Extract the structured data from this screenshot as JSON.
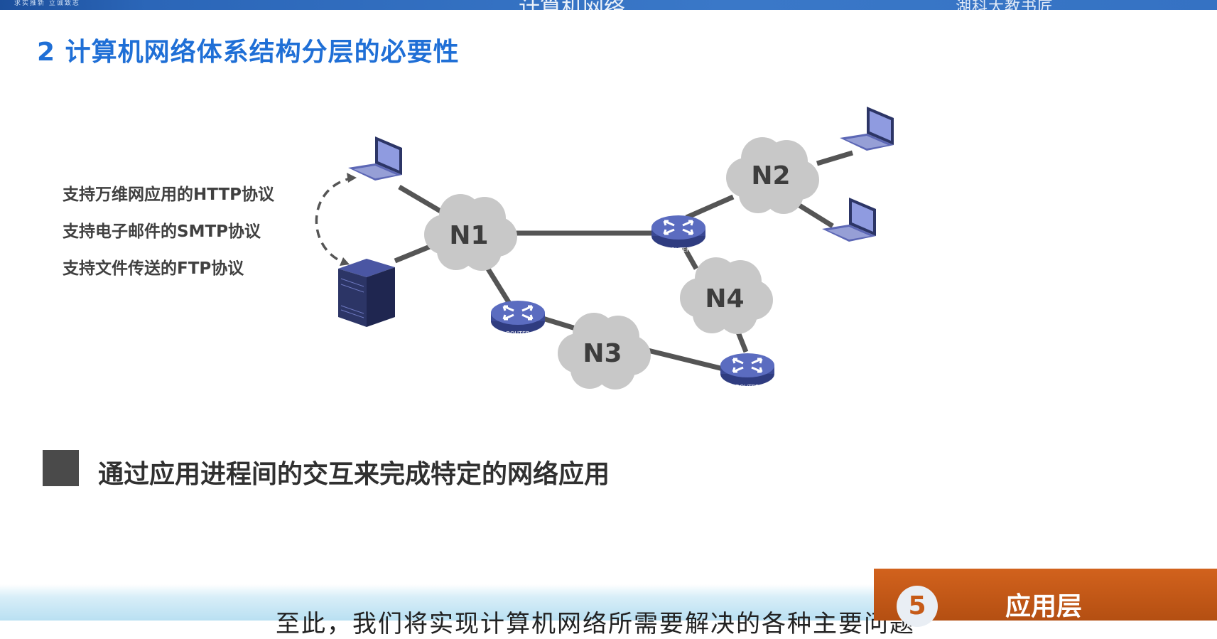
{
  "header": {
    "motto": "求实推新 立诚致志",
    "center_title": "计算机网络",
    "school": "湖科大教书匠"
  },
  "slide": {
    "title": "2 计算机网络体系结构分层的必要性",
    "protocols": [
      "支持万维网应用的HTTP协议",
      "支持电子邮件的SMTP协议",
      "支持文件传送的FTP协议"
    ],
    "bullet": "通过应用进程间的交互来完成特定的网络应用"
  },
  "diagram": {
    "networks": [
      "N1",
      "N2",
      "N3",
      "N4"
    ],
    "router_label": "ROUTER",
    "colors": {
      "cloud": "#c8c8c8",
      "link": "#555555",
      "router": "#4a5aa8",
      "laptop": "#4752a0",
      "server": "#2c3566"
    }
  },
  "footer": {
    "subtitle": "至此，我们将实现计算机网络所需要解决的各种主要问题",
    "chapter_number": "5",
    "chapter_name": "应用层"
  },
  "colors": {
    "title": "#1f6fd6",
    "top_bar": "#2b66b8",
    "chapter_tab": "#c65a17"
  }
}
